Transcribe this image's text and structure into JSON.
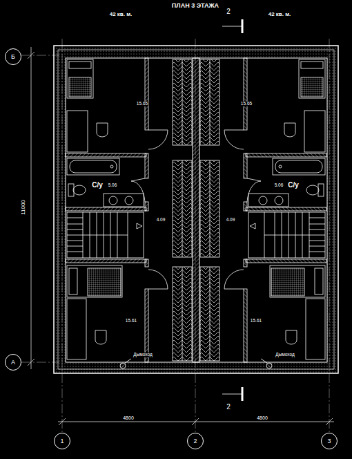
{
  "diagram": {
    "title": "ПЛАН 3 ЭТАЖА",
    "nodes": [
      {
        "text": [
          "Б"
        ]
      },
      {
        "text": [
          "А"
        ]
      },
      {
        "text": [
          "1"
        ]
      },
      {
        "text": [
          "2"
        ]
      },
      {
        "text": [
          "3"
        ]
      }
    ],
    "labels": [
      "42 кв. м.",
      "42 кв. м.",
      "2",
      "2",
      "11000",
      "4800",
      "4800",
      "15.65",
      "15.65",
      "С/у",
      "5.06",
      "5.06",
      "С/у",
      "4.09",
      "4.09",
      "15.61",
      "15.61",
      "Дымоход",
      "Дымоход"
    ]
  }
}
